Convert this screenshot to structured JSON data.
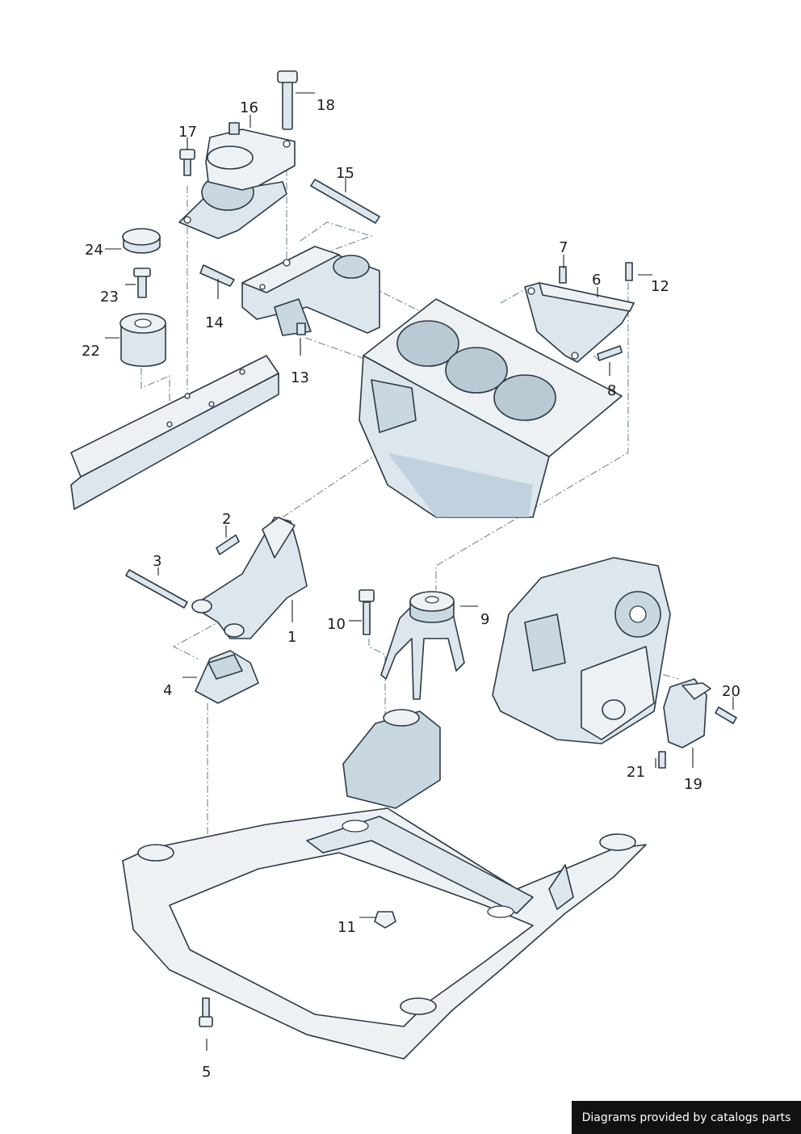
{
  "callouts": [
    {
      "n": "1"
    },
    {
      "n": "2"
    },
    {
      "n": "3"
    },
    {
      "n": "4"
    },
    {
      "n": "5"
    },
    {
      "n": "6"
    },
    {
      "n": "7"
    },
    {
      "n": "8"
    },
    {
      "n": "9"
    },
    {
      "n": "10"
    },
    {
      "n": "11"
    },
    {
      "n": "12"
    },
    {
      "n": "13"
    },
    {
      "n": "14"
    },
    {
      "n": "15"
    },
    {
      "n": "16"
    },
    {
      "n": "17"
    },
    {
      "n": "18"
    },
    {
      "n": "19"
    },
    {
      "n": "20"
    },
    {
      "n": "21"
    },
    {
      "n": "22"
    },
    {
      "n": "23"
    },
    {
      "n": "24"
    }
  ],
  "footer": {
    "text": "Diagrams provided by catalogs parts"
  }
}
